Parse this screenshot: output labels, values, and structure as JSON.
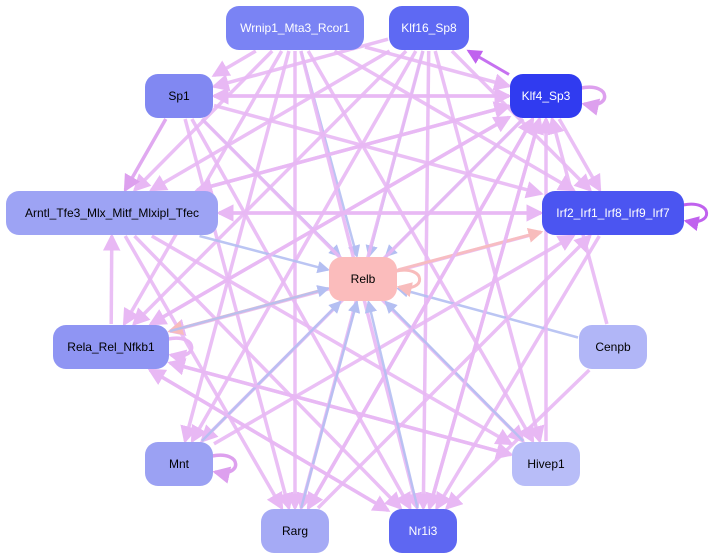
{
  "colors": {
    "edge_pink": "#e8b8f4",
    "edge_blue": "#b4bff2",
    "edge_salmon": "#f8bcbc",
    "edge_magenta": "#c062ee",
    "edge_violet": "#dda0ee"
  },
  "nodes": [
    {
      "id": "wrnip1",
      "label": "Wrnip1_Mta3_Rcor1",
      "fill": "#7a83f4",
      "text": "#ffffff"
    },
    {
      "id": "klf16",
      "label": "Klf16_Sp8",
      "fill": "#5e69f3",
      "text": "#ffffff"
    },
    {
      "id": "sp1",
      "label": "Sp1",
      "fill": "#8188f2",
      "text": "#000000"
    },
    {
      "id": "klf4",
      "label": "Klf4_Sp3",
      "fill": "#303bf0",
      "text": "#ffffff"
    },
    {
      "id": "arntl",
      "label": "Arntl_Tfe3_Mlx_Mitf_Mlxipl_Tfec",
      "fill": "#9da3f4",
      "text": "#000000"
    },
    {
      "id": "irf2",
      "label": "Irf2_Irf1_Irf8_Irf9_Irf7",
      "fill": "#4b55f1",
      "text": "#ffffff"
    },
    {
      "id": "relb",
      "label": "Relb",
      "fill": "#fbbcbc",
      "text": "#000000"
    },
    {
      "id": "rela",
      "label": "Rela_Rel_Nfkb1",
      "fill": "#8f95f3",
      "text": "#000000"
    },
    {
      "id": "cenpb",
      "label": "Cenpb",
      "fill": "#b1b6f7",
      "text": "#000000"
    },
    {
      "id": "mnt",
      "label": "Mnt",
      "fill": "#9ba1f3",
      "text": "#000000"
    },
    {
      "id": "hivep1",
      "label": "Hivep1",
      "fill": "#b8bdf8",
      "text": "#000000"
    },
    {
      "id": "rarg",
      "label": "Rarg",
      "fill": "#a5aaf5",
      "text": "#000000"
    },
    {
      "id": "nr1i3",
      "label": "Nr1i3",
      "fill": "#5e67f2",
      "text": "#ffffff"
    }
  ],
  "edges": [
    {
      "from": "wrnip1",
      "to": "relb",
      "color": "blue"
    },
    {
      "from": "wrnip1",
      "to": "arntl",
      "color": "pink"
    },
    {
      "from": "wrnip1",
      "to": "rela",
      "color": "pink"
    },
    {
      "from": "wrnip1",
      "to": "irf2",
      "color": "pink"
    },
    {
      "from": "wrnip1",
      "to": "sp1",
      "color": "pink"
    },
    {
      "from": "wrnip1",
      "to": "klf4",
      "color": "pink"
    },
    {
      "from": "wrnip1",
      "to": "nr1i3",
      "color": "pink"
    },
    {
      "from": "wrnip1",
      "to": "rarg",
      "color": "pink"
    },
    {
      "from": "wrnip1",
      "to": "hivep1",
      "color": "pink"
    },
    {
      "from": "wrnip1",
      "to": "mnt",
      "color": "pink"
    },
    {
      "from": "klf16",
      "to": "relb",
      "color": "blue"
    },
    {
      "from": "klf16",
      "to": "arntl",
      "color": "pink"
    },
    {
      "from": "klf16",
      "to": "rela",
      "color": "pink"
    },
    {
      "from": "klf16",
      "to": "sp1",
      "color": "pink"
    },
    {
      "from": "klf16",
      "to": "irf2",
      "color": "pink"
    },
    {
      "from": "klf16",
      "to": "nr1i3",
      "color": "pink"
    },
    {
      "from": "klf16",
      "to": "rarg",
      "color": "pink"
    },
    {
      "from": "klf16",
      "to": "hivep1",
      "color": "pink"
    },
    {
      "from": "klf16",
      "to": "mnt",
      "color": "pink"
    },
    {
      "from": "klf4",
      "to": "klf16",
      "color": "magenta"
    },
    {
      "from": "klf4",
      "to": "relb",
      "color": "blue"
    },
    {
      "from": "klf4",
      "to": "arntl",
      "color": "pink"
    },
    {
      "from": "klf4",
      "to": "rela",
      "color": "pink"
    },
    {
      "from": "klf4",
      "to": "sp1",
      "color": "pink"
    },
    {
      "from": "klf4",
      "to": "nr1i3",
      "color": "pink"
    },
    {
      "from": "klf4",
      "to": "rarg",
      "color": "pink"
    },
    {
      "from": "klf4",
      "to": "mnt",
      "color": "pink"
    },
    {
      "from": "klf4",
      "to": "irf2",
      "color": "pink"
    },
    {
      "from": "sp1",
      "to": "relb",
      "color": "blue"
    },
    {
      "from": "sp1",
      "to": "arntl",
      "color": "violet"
    },
    {
      "from": "sp1",
      "to": "irf2",
      "color": "pink"
    },
    {
      "from": "sp1",
      "to": "nr1i3",
      "color": "pink"
    },
    {
      "from": "sp1",
      "to": "rarg",
      "color": "pink"
    },
    {
      "from": "sp1",
      "to": "hivep1",
      "color": "pink"
    },
    {
      "from": "sp1",
      "to": "klf4",
      "color": "pink"
    },
    {
      "from": "arntl",
      "to": "relb",
      "color": "blue"
    },
    {
      "from": "arntl",
      "to": "irf2",
      "color": "pink"
    },
    {
      "from": "arntl",
      "to": "klf4",
      "color": "pink"
    },
    {
      "from": "arntl",
      "to": "nr1i3",
      "color": "pink"
    },
    {
      "from": "arntl",
      "to": "hivep1",
      "color": "pink"
    },
    {
      "from": "arntl",
      "to": "rarg",
      "color": "pink"
    },
    {
      "from": "irf2",
      "to": "arntl",
      "color": "pink"
    },
    {
      "from": "irf2",
      "to": "rela",
      "color": "pink"
    },
    {
      "from": "irf2",
      "to": "nr1i3",
      "color": "pink"
    },
    {
      "from": "relb",
      "to": "rela",
      "color": "salmon"
    },
    {
      "from": "relb",
      "to": "irf2",
      "color": "salmon"
    },
    {
      "from": "rela",
      "to": "relb",
      "color": "blue"
    },
    {
      "from": "rela",
      "to": "arntl",
      "color": "pink"
    },
    {
      "from": "rela",
      "to": "hivep1",
      "color": "pink"
    },
    {
      "from": "rela",
      "to": "nr1i3",
      "color": "pink"
    },
    {
      "from": "rela",
      "to": "klf4",
      "color": "pink"
    },
    {
      "from": "cenpb",
      "to": "relb",
      "color": "blue"
    },
    {
      "from": "cenpb",
      "to": "nr1i3",
      "color": "pink"
    },
    {
      "from": "cenpb",
      "to": "klf4",
      "color": "pink"
    },
    {
      "from": "mnt",
      "to": "relb",
      "color": "blue"
    },
    {
      "from": "mnt",
      "to": "irf2",
      "color": "pink"
    },
    {
      "from": "hivep1",
      "to": "relb",
      "color": "blue"
    },
    {
      "from": "hivep1",
      "to": "rela",
      "color": "pink"
    },
    {
      "from": "hivep1",
      "to": "klf4",
      "color": "pink"
    },
    {
      "from": "rarg",
      "to": "relb",
      "color": "blue"
    },
    {
      "from": "rarg",
      "to": "klf4",
      "color": "pink"
    },
    {
      "from": "rarg",
      "to": "irf2",
      "color": "pink"
    },
    {
      "from": "nr1i3",
      "to": "relb",
      "color": "blue"
    },
    {
      "from": "nr1i3",
      "to": "rela",
      "color": "pink"
    },
    {
      "from": "nr1i3",
      "to": "klf4",
      "color": "pink"
    }
  ],
  "self_loops": [
    {
      "node": "klf4",
      "color": "violet"
    },
    {
      "node": "irf2",
      "color": "magenta"
    },
    {
      "node": "relb",
      "color": "salmon"
    },
    {
      "node": "rela",
      "color": "pink"
    },
    {
      "node": "mnt",
      "color": "violet"
    }
  ]
}
